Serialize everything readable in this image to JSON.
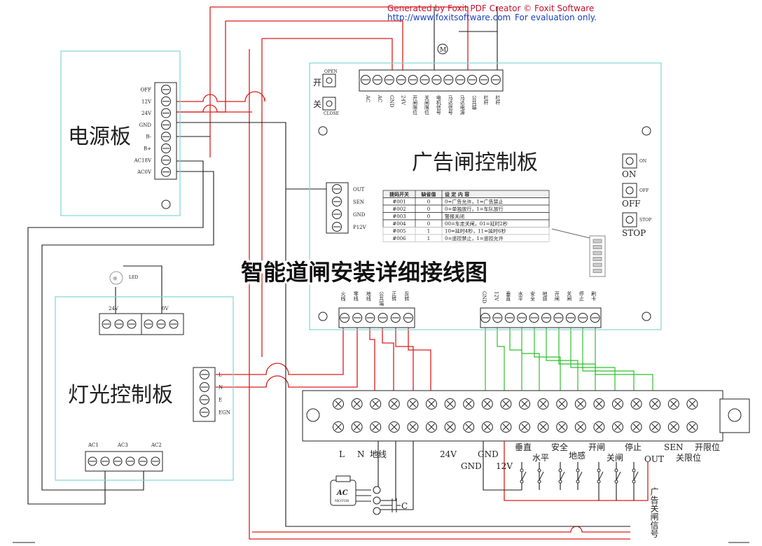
{
  "colors": {
    "red": "#d91e1e",
    "green": "#2fbf2f",
    "cyan": "#7fd6d8",
    "black": "#1a1a1a",
    "gray": "#666666"
  },
  "watermark": {
    "line1": "Generated by Foxit PDF Creator © Foxit Software",
    "line2": "http://www.foxitsoftware.com",
    "line3": "For evaluation only."
  },
  "overlay_title": "智能道闸安装详细接线图",
  "power_board": {
    "title": "电源板",
    "terminals": [
      "OFF",
      "12V",
      "24V",
      "GND",
      "B-",
      "B+",
      "AC18V",
      "AC0V"
    ]
  },
  "ad_board": {
    "title": "广告闸控制板",
    "top_terminals": [
      "AC",
      "AC",
      "GND",
      "24V",
      "开闸限位",
      "关闸限位",
      "电机信号",
      "马达信号",
      "马达电源",
      "公共端",
      "栏杆",
      "栏杆"
    ],
    "open_btn": "开",
    "open_btn_sub": "OPEN",
    "close_btn": "关",
    "close_btn_sub": "CLOSE",
    "side_terminals": [
      "OUT",
      "SEN",
      "GND",
      "P12V"
    ],
    "right_buttons": [
      {
        "label": "ON",
        "sub": "ON"
      },
      {
        "label": "OFF",
        "sub": "OFF"
      },
      {
        "label": "STOP",
        "sub": "STOP"
      }
    ],
    "motor_symbol": "M",
    "table": {
      "headers": [
        "拨码开关",
        "缺省值",
        "设 定 内 容"
      ],
      "rows": [
        [
          "#001",
          "0",
          "0=广告允许，1=广告禁止"
        ],
        [
          "#002",
          "0",
          "0=单独放行，1=车队放行"
        ],
        [
          "#003",
          "0",
          "警报关闭"
        ],
        [
          "#004",
          "0",
          "00=车走关闸，01=延时2秒"
        ],
        [
          "#005",
          "1",
          "10=延时4秒，11=延时6秒"
        ],
        [
          "#006",
          "1",
          "0=遥控禁止，1=遥控允许"
        ]
      ]
    },
    "bottom_left_terminals": [
      "火线",
      "零线",
      "地线",
      "公共端",
      "正转",
      "反转"
    ],
    "bottom_right_terminals": [
      "GND",
      "12V",
      "垂直",
      "水平",
      "安全",
      "地感",
      "开闸",
      "关闸",
      "停止",
      "刷卡"
    ]
  },
  "light_board": {
    "title": "灯光控制板",
    "led": "LED",
    "top_labels": [
      "24V",
      "0V"
    ],
    "side_terminals": [
      "L",
      "N",
      "E",
      "EGN"
    ],
    "bottom_labels": [
      "AC1",
      "AC3",
      "AC2"
    ]
  },
  "main_strip": {
    "labels_row1": [
      "L",
      "N",
      "地线",
      "24V",
      "GND",
      "GND",
      "12V"
    ],
    "labels_row2": [
      "垂直",
      "水平",
      "安全",
      "地感",
      "开闸",
      "关闸",
      "停止",
      "OUT",
      "SEN",
      "关限位",
      "开限位"
    ],
    "motor": "AC",
    "motor_sub": "MOTOR",
    "capacitor": "C",
    "vertical_note": "广告关闸信号"
  }
}
